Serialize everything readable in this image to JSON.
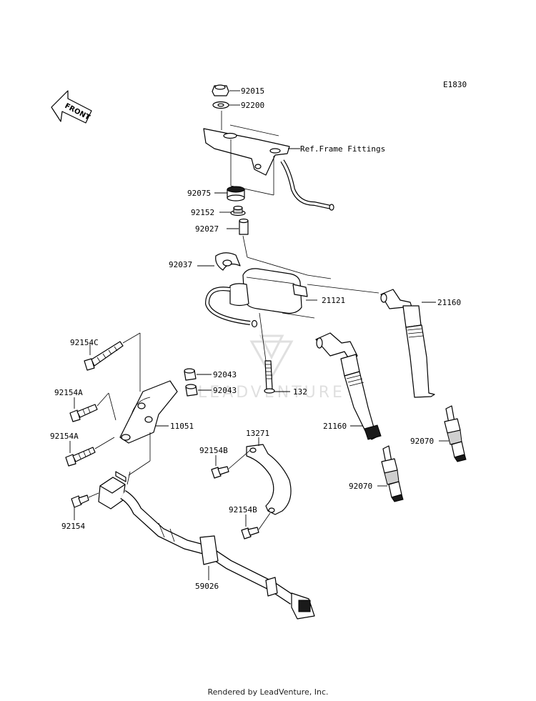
{
  "diagram_code": "E1830",
  "front_label": "FRONT",
  "watermark": "LEADVENTURE",
  "footer": "Rendered by LeadVenture, Inc.",
  "labels": {
    "p92015": "92015",
    "p92200": "92200",
    "ref_frame": "Ref.Frame Fittings",
    "p92075": "92075",
    "p92152": "92152",
    "p92027": "92027",
    "p92037": "92037",
    "p21121": "21121",
    "p21160_right": "21160",
    "p21160_left": "21160",
    "p132": "132",
    "p92043_a": "92043",
    "p92043_b": "92043",
    "p92154C": "92154C",
    "p92154A_a": "92154A",
    "p92154A_b": "92154A",
    "p11051": "11051",
    "p13271": "13271",
    "p92154B_a": "92154B",
    "p92154B_b": "92154B",
    "p92070_right": "92070",
    "p92070_left": "92070",
    "p92154": "92154",
    "p59026": "59026"
  }
}
